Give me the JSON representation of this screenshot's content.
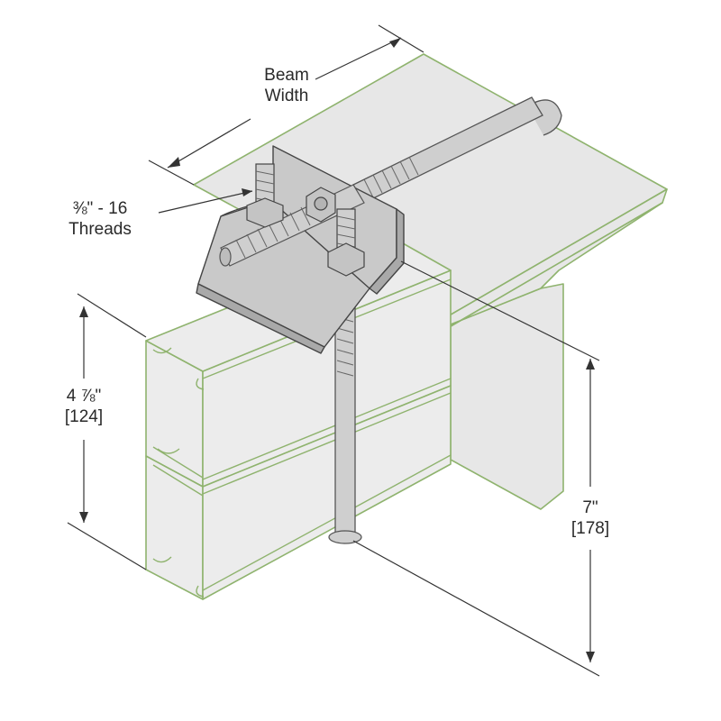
{
  "labels": {
    "beam_width": [
      "Beam",
      "Width"
    ],
    "threads": [
      "⅜\" - 16",
      "Threads"
    ],
    "channel_height": [
      "4 ⅞\"",
      "[124]"
    ],
    "rod_length": [
      "7\"",
      "[178]"
    ]
  },
  "colors": {
    "outline_green": "#8fb36e",
    "surface": "#e7e7e7",
    "metal": "#c9c9c9",
    "metal_dark": "#a9a9a9",
    "dimension_line": "#333333"
  }
}
